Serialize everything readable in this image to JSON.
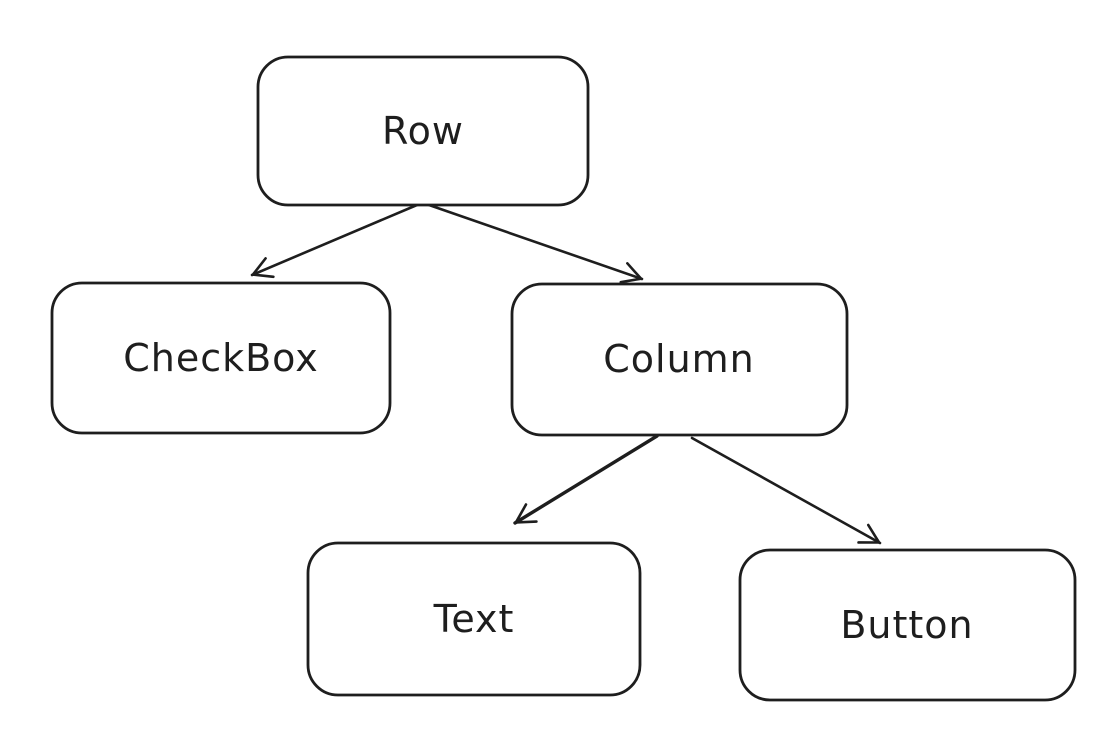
{
  "diagram": {
    "type": "tree",
    "style": "hand-drawn",
    "ink_color": "#1e1e1e",
    "background_color": "#ffffff",
    "nodes": [
      {
        "id": "row",
        "label": "Row"
      },
      {
        "id": "checkbox",
        "label": "CheckBox"
      },
      {
        "id": "column",
        "label": "Column"
      },
      {
        "id": "text",
        "label": "Text"
      },
      {
        "id": "button",
        "label": "Button"
      }
    ],
    "edges": [
      {
        "from": "Row",
        "to": "CheckBox"
      },
      {
        "from": "Row",
        "to": "Column"
      },
      {
        "from": "Column",
        "to": "Text"
      },
      {
        "from": "Column",
        "to": "Button"
      }
    ]
  }
}
